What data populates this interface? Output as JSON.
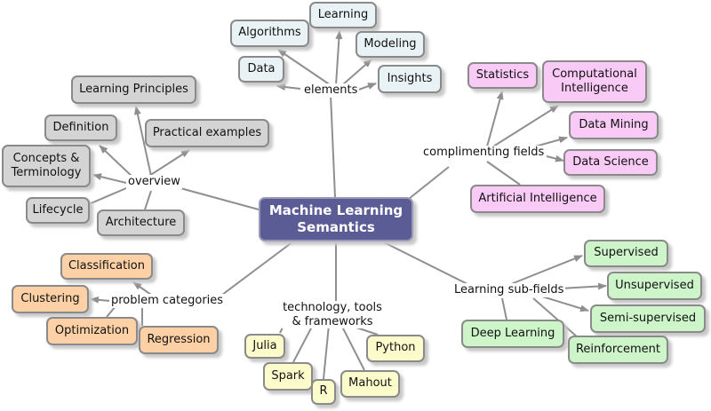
{
  "center": "Machine Learning Semantics",
  "elements": {
    "label": "elements",
    "items": [
      "Algorithms",
      "Learning",
      "Modeling",
      "Data",
      "Insights"
    ]
  },
  "complimenting": {
    "label": "complimenting fields",
    "items": [
      "Statistics",
      "Computational Intelligence",
      "Data Mining",
      "Data Science",
      "Artificial Intelligence"
    ]
  },
  "overview": {
    "label": "overview",
    "items": [
      "Learning Principles",
      "Definition",
      "Practical examples",
      "Concepts & Terminology",
      "Lifecycle",
      "Architecture"
    ]
  },
  "problems": {
    "label": "problem categories",
    "items": [
      "Classification",
      "Clustering",
      "Optimization",
      "Regression"
    ]
  },
  "tech": {
    "label": "technology, tools & frameworks",
    "items": [
      "Julia",
      "Python",
      "Spark",
      "R",
      "Mahout"
    ]
  },
  "subfields": {
    "label": "Learning sub-fields",
    "items": [
      "Supervised",
      "Unsupervised",
      "Semi-supervised",
      "Deep Learning",
      "Reinforcement"
    ]
  },
  "colors": {
    "center": "#5b5b96",
    "overview": "#d4d4d4",
    "elements": "#e9f3f5",
    "complimenting": "#f9caf6",
    "problems": "#fdd1a5",
    "tech": "#fcfbcc",
    "subfields": "#cdf5c9"
  }
}
